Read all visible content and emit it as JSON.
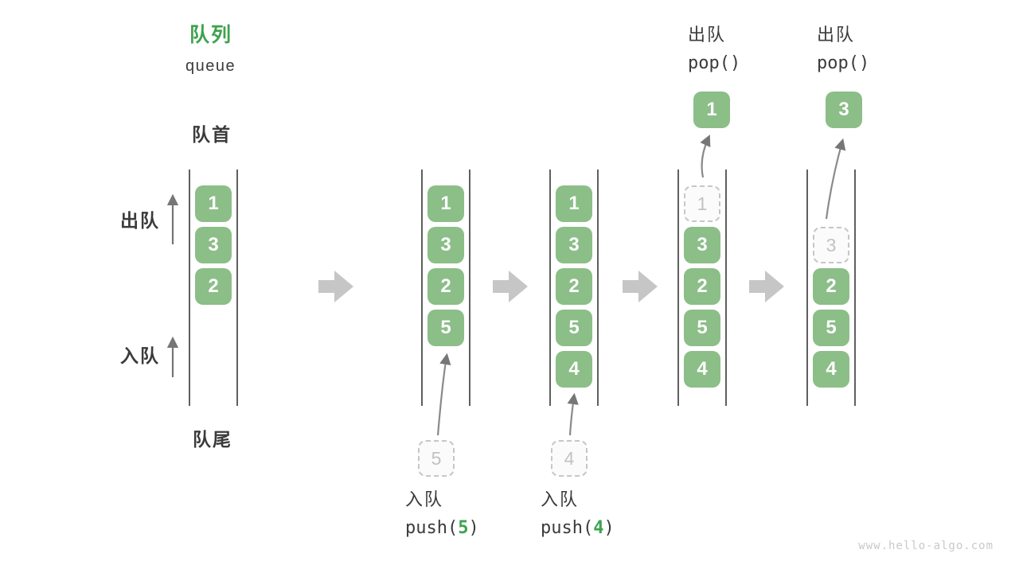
{
  "header": {
    "title_zh": "队列",
    "title_en": "queue"
  },
  "side_labels": {
    "front": "队首",
    "rear": "队尾",
    "dequeue": "出队",
    "enqueue": "入队"
  },
  "columns": [
    {
      "boxes": [
        "1",
        "3",
        "2"
      ]
    },
    {
      "boxes": [
        "1",
        "3",
        "2",
        "5"
      ],
      "incoming_value": "5",
      "caption": {
        "zh": "入队",
        "code_pre": "push(",
        "code_arg": "5",
        "code_post": ")"
      }
    },
    {
      "boxes": [
        "1",
        "3",
        "2",
        "5",
        "4"
      ],
      "incoming_value": "4",
      "caption": {
        "zh": "入队",
        "code_pre": "push(",
        "code_arg": "4",
        "code_post": ")"
      }
    },
    {
      "ghost_value": "1",
      "boxes": [
        "3",
        "2",
        "5",
        "4"
      ],
      "popped_value": "1",
      "op": {
        "zh": "出队",
        "code": "pop()"
      }
    },
    {
      "ghost_value": "3",
      "boxes": [
        "2",
        "5",
        "4"
      ],
      "popped_value": "3",
      "op": {
        "zh": "出队",
        "code": "pop()"
      }
    }
  ],
  "watermark": "www.hello-algo.com",
  "colors": {
    "accent_green": "#3da24d",
    "item_green": "#8cbe88",
    "rail_gray": "#5f5f5f",
    "step_arrow_gray": "#c6c6c6",
    "thin_arrow_gray": "#767676",
    "muted_gray": "#c2c2c2",
    "text_dark": "#3b3b3b"
  }
}
